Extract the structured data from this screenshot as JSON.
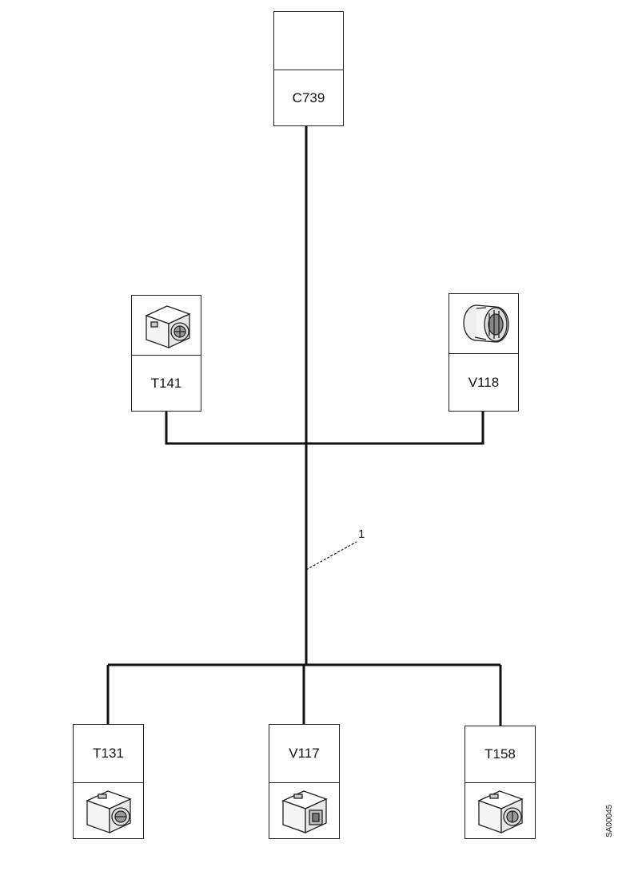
{
  "components": {
    "top": {
      "label": "C739"
    },
    "mid_left": {
      "label": "T141",
      "icon": "connector-icon"
    },
    "mid_right": {
      "label": "V118",
      "icon": "round-connector-icon"
    },
    "bottom_left": {
      "label": "T131",
      "icon": "connector-icon"
    },
    "bottom_center": {
      "label": "V117",
      "icon": "connector-icon"
    },
    "bottom_right": {
      "label": "T158",
      "icon": "connector-icon"
    }
  },
  "callout": {
    "label": "1"
  },
  "figure_id": "SA00045"
}
